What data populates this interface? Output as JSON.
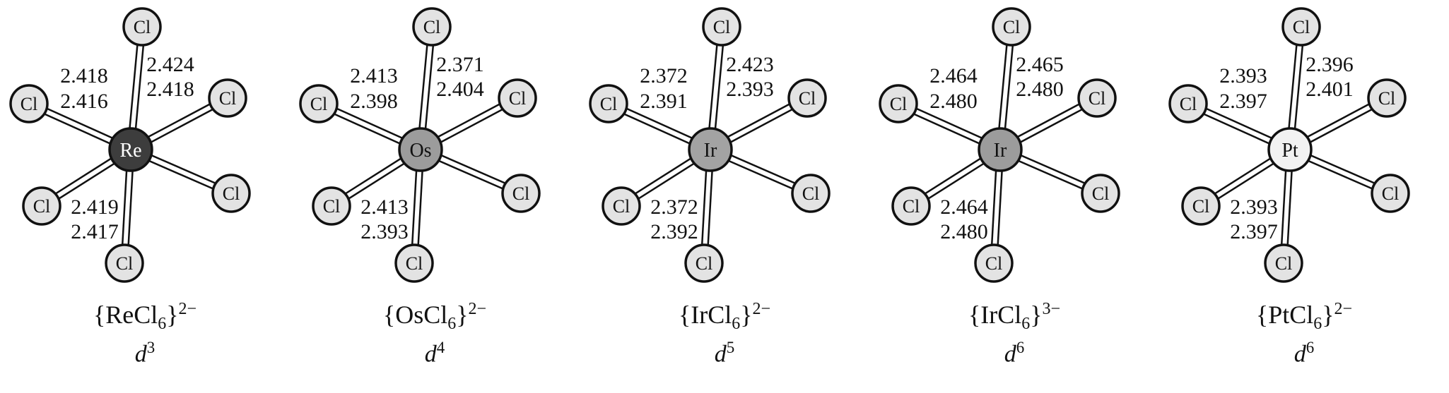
{
  "complexes": [
    {
      "center": "Re",
      "center_fill": "#3d3d3d",
      "center_text": "#ffffff",
      "ligand": "Cl",
      "bond_labels": {
        "upper_left": [
          "2.418",
          "2.416"
        ],
        "axial": [
          "2.424",
          "2.418"
        ],
        "lower_left": [
          "2.419",
          "2.417"
        ]
      },
      "formula": {
        "pre": "{ReCl",
        "sub": "6",
        "post": "}",
        "charge": "2−"
      },
      "d_symbol": "d",
      "d_sup": "3"
    },
    {
      "center": "Os",
      "center_fill": "#9c9c9c",
      "center_text": "#111111",
      "ligand": "Cl",
      "bond_labels": {
        "upper_left": [
          "2.413",
          "2.398"
        ],
        "axial": [
          "2.371",
          "2.404"
        ],
        "lower_left": [
          "2.413",
          "2.393"
        ]
      },
      "formula": {
        "pre": "{OsCl",
        "sub": "6",
        "post": "}",
        "charge": "2−"
      },
      "d_symbol": "d",
      "d_sup": "4"
    },
    {
      "center": "Ir",
      "center_fill": "#a3a3a3",
      "center_text": "#111111",
      "ligand": "Cl",
      "bond_labels": {
        "upper_left": [
          "2.372",
          "2.391"
        ],
        "axial": [
          "2.423",
          "2.393"
        ],
        "lower_left": [
          "2.372",
          "2.392"
        ]
      },
      "formula": {
        "pre": "{IrCl",
        "sub": "6",
        "post": "}",
        "charge": "2−"
      },
      "d_symbol": "d",
      "d_sup": "5"
    },
    {
      "center": "Ir",
      "center_fill": "#9c9c9c",
      "center_text": "#111111",
      "ligand": "Cl",
      "bond_labels": {
        "upper_left": [
          "2.464",
          "2.480"
        ],
        "axial": [
          "2.465",
          "2.480"
        ],
        "lower_left": [
          "2.464",
          "2.480"
        ]
      },
      "formula": {
        "pre": "{IrCl",
        "sub": "6",
        "post": "}",
        "charge": "3−"
      },
      "d_symbol": "d",
      "d_sup": "6"
    },
    {
      "center": "Pt",
      "center_fill": "#f2f2f2",
      "center_text": "#111111",
      "ligand": "Cl",
      "bond_labels": {
        "upper_left": [
          "2.393",
          "2.397"
        ],
        "axial": [
          "2.396",
          "2.401"
        ],
        "lower_left": [
          "2.393",
          "2.397"
        ]
      },
      "formula": {
        "pre": "{PtCl",
        "sub": "6",
        "post": "}",
        "charge": "2−"
      },
      "d_symbol": "d",
      "d_sup": "6"
    }
  ]
}
